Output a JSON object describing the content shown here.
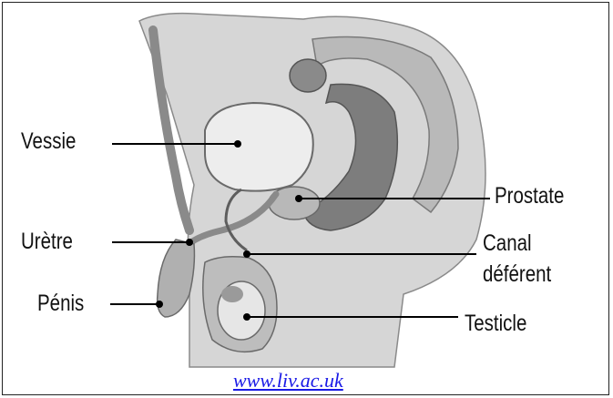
{
  "labels": {
    "vessie": "Vessie",
    "uretre": "Urètre",
    "penis": "Pénis",
    "prostate": "Prostate",
    "canal_line1": "Canal",
    "canal_line2": "déférent",
    "testicle": "Testicle"
  },
  "source_link": "www.liv.ac.uk",
  "colors": {
    "tissue_light": "#d9d9d9",
    "tissue_mid": "#a8a8a8",
    "tissue_dark": "#6e6e6e",
    "link": "#1a1ae6"
  }
}
